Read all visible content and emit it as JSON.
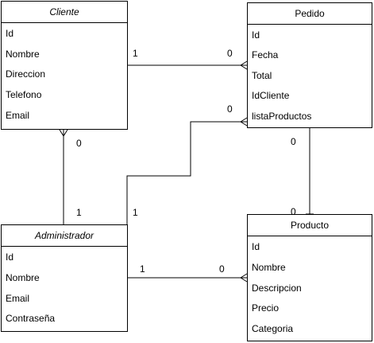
{
  "entities": {
    "cliente": {
      "name": "Cliente",
      "attributes": [
        "Id",
        "Nombre",
        "Direccion",
        "Telefono",
        "Email"
      ]
    },
    "pedido": {
      "name": "Pedido",
      "attributes": [
        "Id",
        "Fecha",
        "Total",
        "IdCliente",
        "listaProductos"
      ]
    },
    "administrador": {
      "name": "Administrador",
      "attributes": [
        "Id",
        "Nombre",
        "Email",
        "Contraseña"
      ]
    },
    "producto": {
      "name": "Producto",
      "attributes": [
        "Id",
        "Nombre",
        "Descripcion",
        "Precio",
        "Categoria"
      ]
    }
  },
  "relationships": {
    "cliente_pedido": {
      "from": "Cliente",
      "to": "Pedido",
      "from_mult": "1",
      "to_mult": "0"
    },
    "administrador_pedido": {
      "from": "Administrador",
      "to": "Pedido",
      "from_mult": "1",
      "to_mult": "0"
    },
    "cliente_administrador": {
      "from": "Cliente",
      "to": "Administrador",
      "from_mult": "0",
      "to_mult": "1"
    },
    "pedido_producto": {
      "from": "Pedido",
      "to": "Producto",
      "from_mult": "0",
      "to_mult": "0"
    },
    "administrador_producto": {
      "from": "Administrador",
      "to": "Producto",
      "from_mult": "1",
      "to_mult": "0"
    }
  }
}
